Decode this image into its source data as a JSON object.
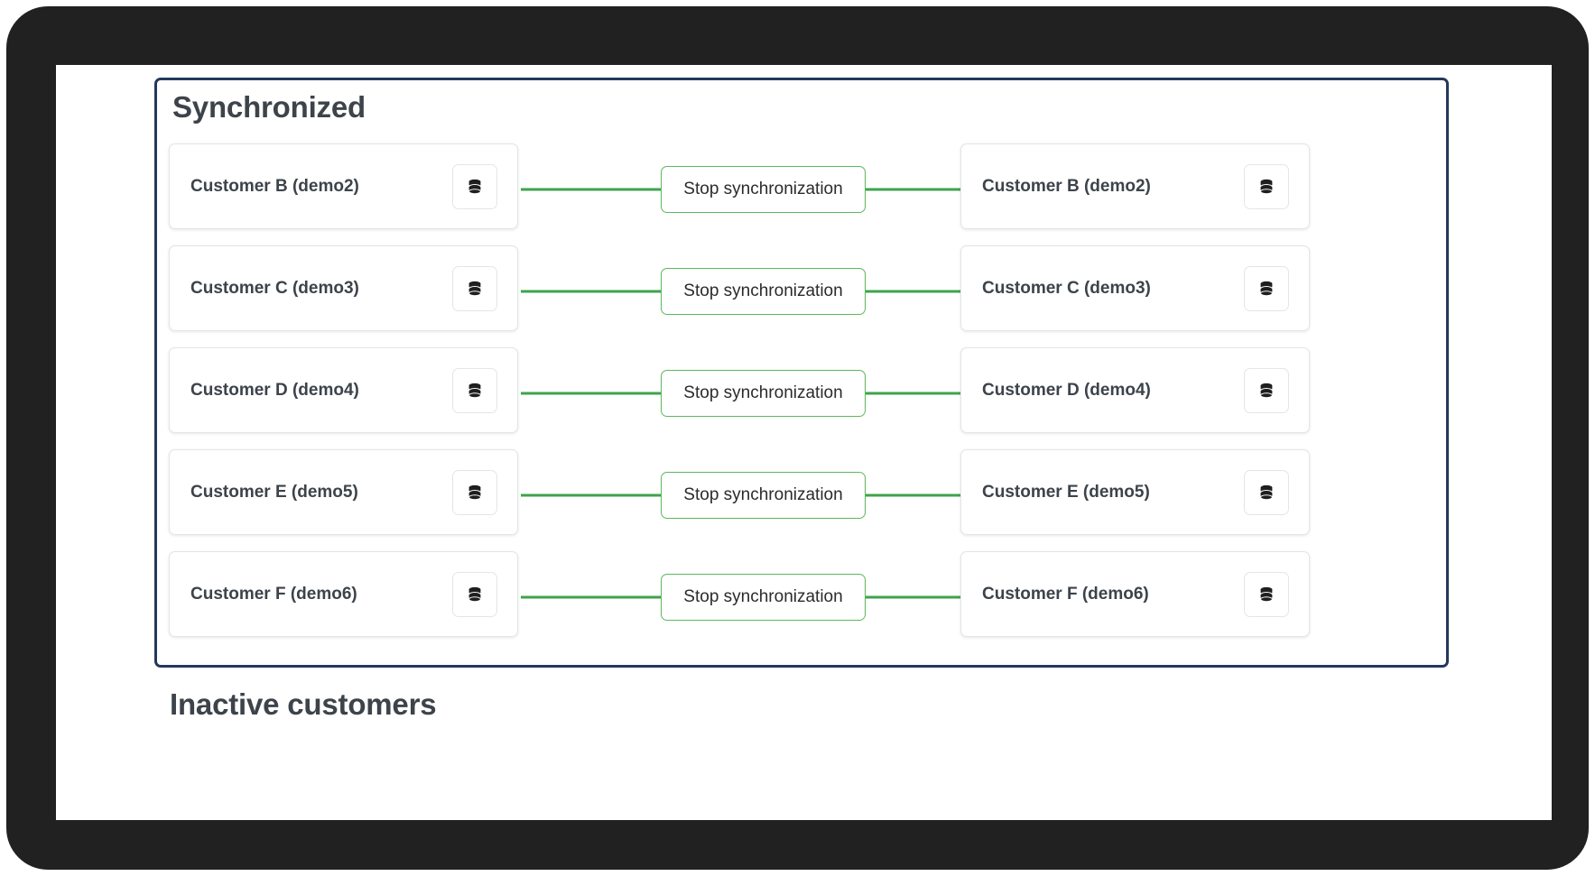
{
  "panel": {
    "title": "Synchronized",
    "border_color": "#23395b"
  },
  "colors": {
    "panel_border": "#23395b",
    "connector_green": "#3fa34d",
    "button_border_green": "#5cb85c",
    "heading_text": "#3d434a",
    "card_border": "#e3e5e8",
    "bezel": "#212121"
  },
  "icons": {
    "database": "database-icon"
  },
  "rows": [
    {
      "source": {
        "label": "Customer B (demo2)",
        "icon": "database-icon"
      },
      "action": {
        "label": "Stop synchronization"
      },
      "target": {
        "label": "Customer B (demo2)",
        "icon": "database-icon"
      }
    },
    {
      "source": {
        "label": "Customer C (demo3)",
        "icon": "database-icon"
      },
      "action": {
        "label": "Stop synchronization"
      },
      "target": {
        "label": "Customer C (demo3)",
        "icon": "database-icon"
      }
    },
    {
      "source": {
        "label": "Customer D (demo4)",
        "icon": "database-icon"
      },
      "action": {
        "label": "Stop synchronization"
      },
      "target": {
        "label": "Customer D (demo4)",
        "icon": "database-icon"
      }
    },
    {
      "source": {
        "label": "Customer E (demo5)",
        "icon": "database-icon"
      },
      "action": {
        "label": "Stop synchronization"
      },
      "target": {
        "label": "Customer E (demo5)",
        "icon": "database-icon"
      }
    },
    {
      "source": {
        "label": "Customer F (demo6)",
        "icon": "database-icon"
      },
      "action": {
        "label": "Stop synchronization"
      },
      "target": {
        "label": "Customer F (demo6)",
        "icon": "database-icon"
      }
    }
  ],
  "inactive_section": {
    "heading": "Inactive customers"
  }
}
